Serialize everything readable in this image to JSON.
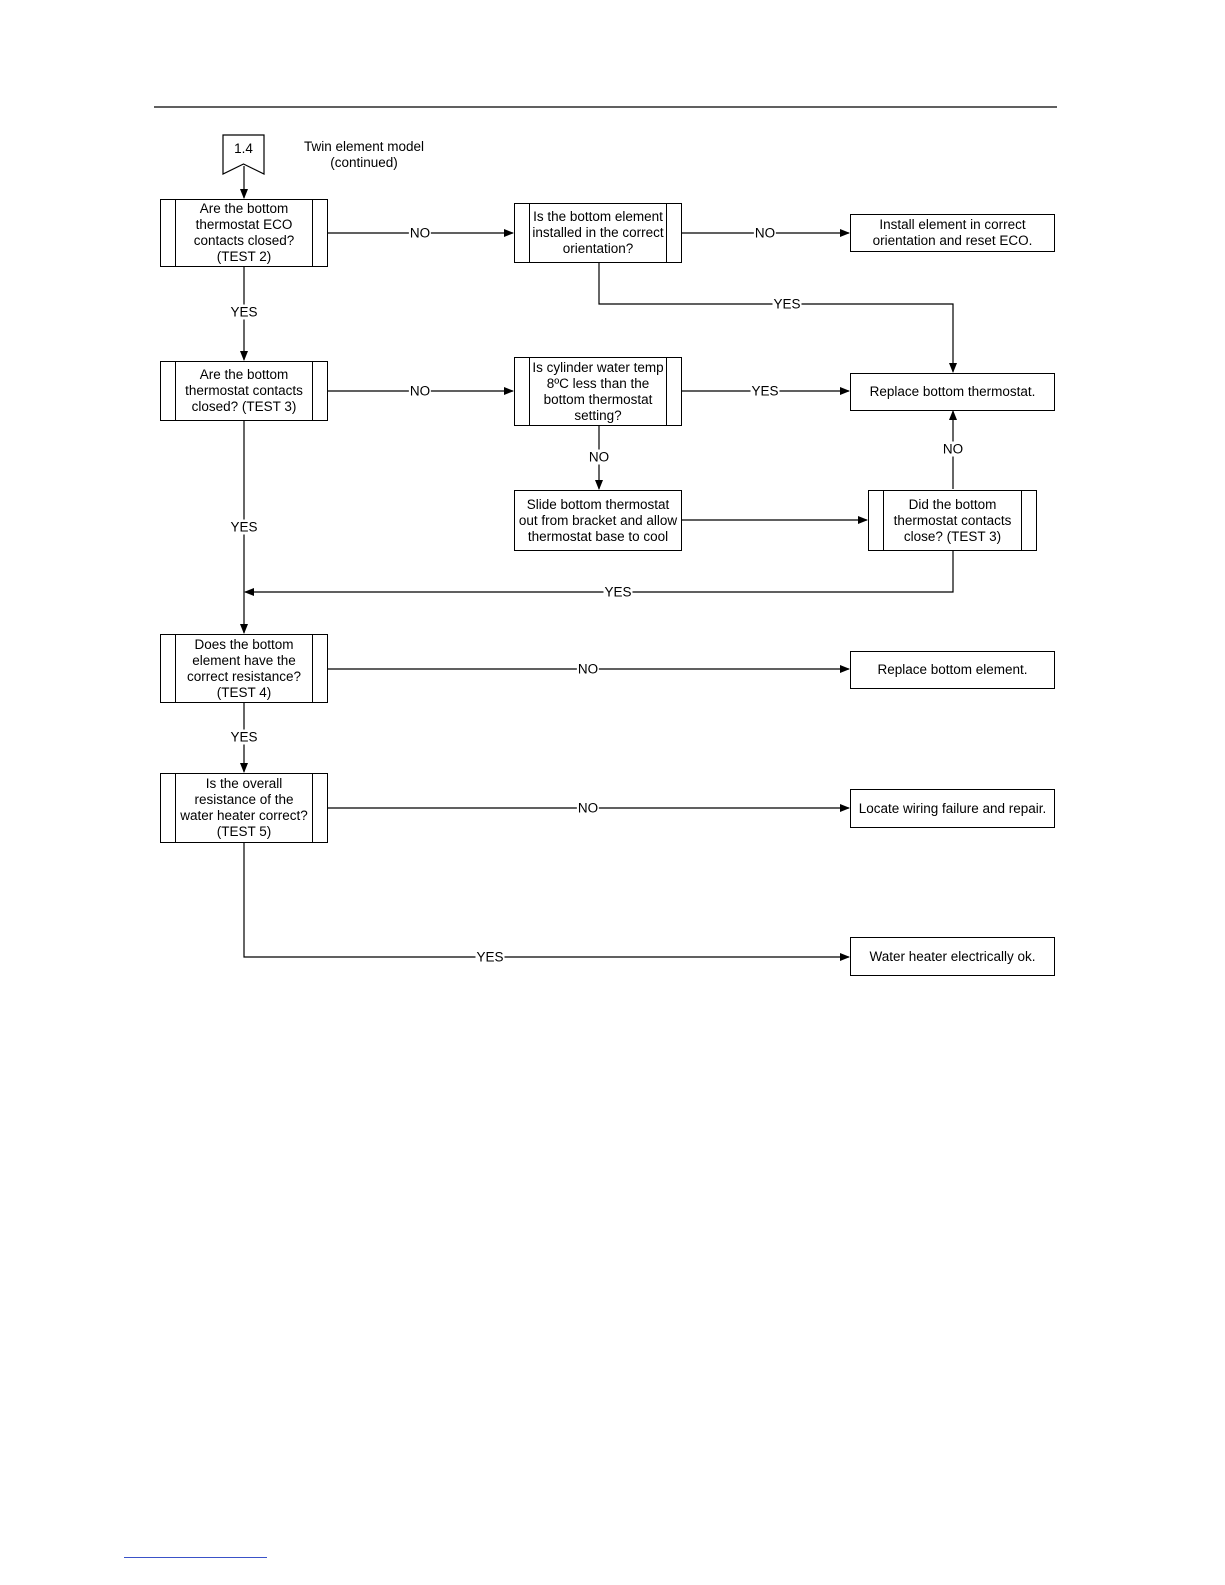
{
  "header": {
    "connector": "1.4",
    "subtitle": "Twin element model\n(continued)"
  },
  "nodes": {
    "q_eco": "Are the bottom\nthermostat ECO\ncontacts closed?\n(TEST 2)",
    "q_orient": "Is the bottom element\ninstalled in the correct\norientation?",
    "a_install": "Install element in correct\norientation and reset ECO.",
    "q_contacts": "Are the bottom\nthermostat contacts\nclosed? (TEST 3)",
    "q_temp": "Is cylinder water temp\n8ºC less than the\nbottom thermostat\nsetting?",
    "a_replace_thermo": "Replace bottom thermostat.",
    "a_slide": "Slide bottom thermostat\nout from bracket and allow\nthermostat base to cool",
    "q_did_close": "Did the bottom\nthermostat contacts\nclose? (TEST 3)",
    "q_resistance": "Does the bottom\nelement have the\ncorrect resistance?\n(TEST 4)",
    "a_replace_element": "Replace bottom element.",
    "q_overall": "Is the overall\nresistance of the\nwater heater correct?\n(TEST 5)",
    "a_wiring": "Locate wiring failure and repair.",
    "a_ok": "Water heater electrically ok."
  },
  "edge_labels": {
    "yes": "YES",
    "no": "NO"
  }
}
